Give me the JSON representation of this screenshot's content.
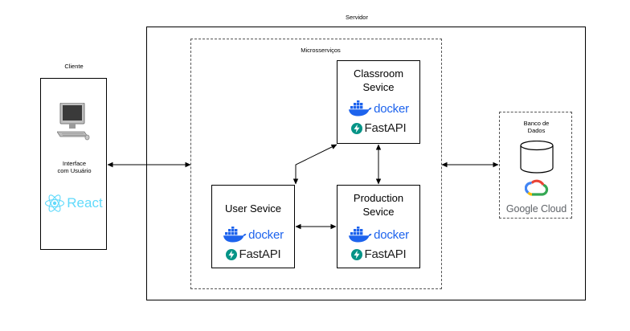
{
  "server": {
    "label": "Servidor"
  },
  "client": {
    "label": "Cliente",
    "interface_label_line1": "Interface",
    "interface_label_line2": "com Usuário",
    "framework": "React"
  },
  "microservices": {
    "label": "Microsserviços"
  },
  "services": {
    "classroom": {
      "title_line1": "Classroom",
      "title_line2": "Sevice",
      "container": "docker",
      "api": "FastAPI"
    },
    "user": {
      "title_line1": "User Sevice",
      "container": "docker",
      "api": "FastAPI"
    },
    "production": {
      "title_line1": "Production",
      "title_line2": "Sevice",
      "container": "docker",
      "api": "FastAPI"
    }
  },
  "database": {
    "label_line1": "Banco de",
    "label_line2": "Dados",
    "provider": "Google Cloud"
  },
  "colors": {
    "docker": "#1d63ed",
    "fastapi": "#059487",
    "react": "#61dafb",
    "gcloud_blue": "#4285f4",
    "gcloud_red": "#ea4335",
    "gcloud_yellow": "#fbbc04",
    "gcloud_green": "#34a853"
  }
}
